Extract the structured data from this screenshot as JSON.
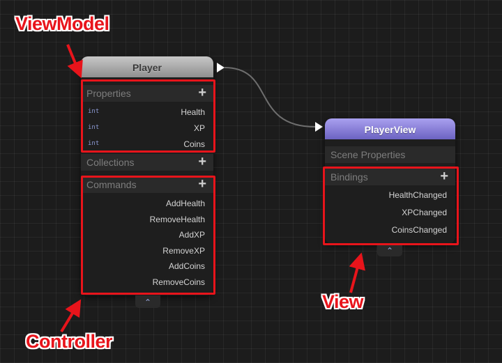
{
  "annotations": {
    "viewmodel": "ViewModel",
    "controller": "Controller",
    "view": "View",
    "color": "#e8141b"
  },
  "player_node": {
    "title": "Player",
    "header_color": "#aaaaaa",
    "properties": {
      "label": "Properties",
      "items": [
        {
          "type": "int",
          "name": "Health"
        },
        {
          "type": "int",
          "name": "XP"
        },
        {
          "type": "int",
          "name": "Coins"
        }
      ]
    },
    "collections": {
      "label": "Collections"
    },
    "commands": {
      "label": "Commands",
      "items": [
        "AddHealth",
        "RemoveHealth",
        "AddXP",
        "RemoveXP",
        "AddCoins",
        "RemoveCoins"
      ]
    },
    "add_symbol": "+",
    "collapse_symbol": "⌃"
  },
  "playerview_node": {
    "title": "PlayerView",
    "header_color": "#8a80dc",
    "scene_properties": {
      "label": "Scene Properties"
    },
    "bindings": {
      "label": "Bindings",
      "items": [
        "HealthChanged",
        "XPChanged",
        "CoinsChanged"
      ]
    },
    "add_symbol": "+",
    "collapse_symbol": "⌃"
  }
}
